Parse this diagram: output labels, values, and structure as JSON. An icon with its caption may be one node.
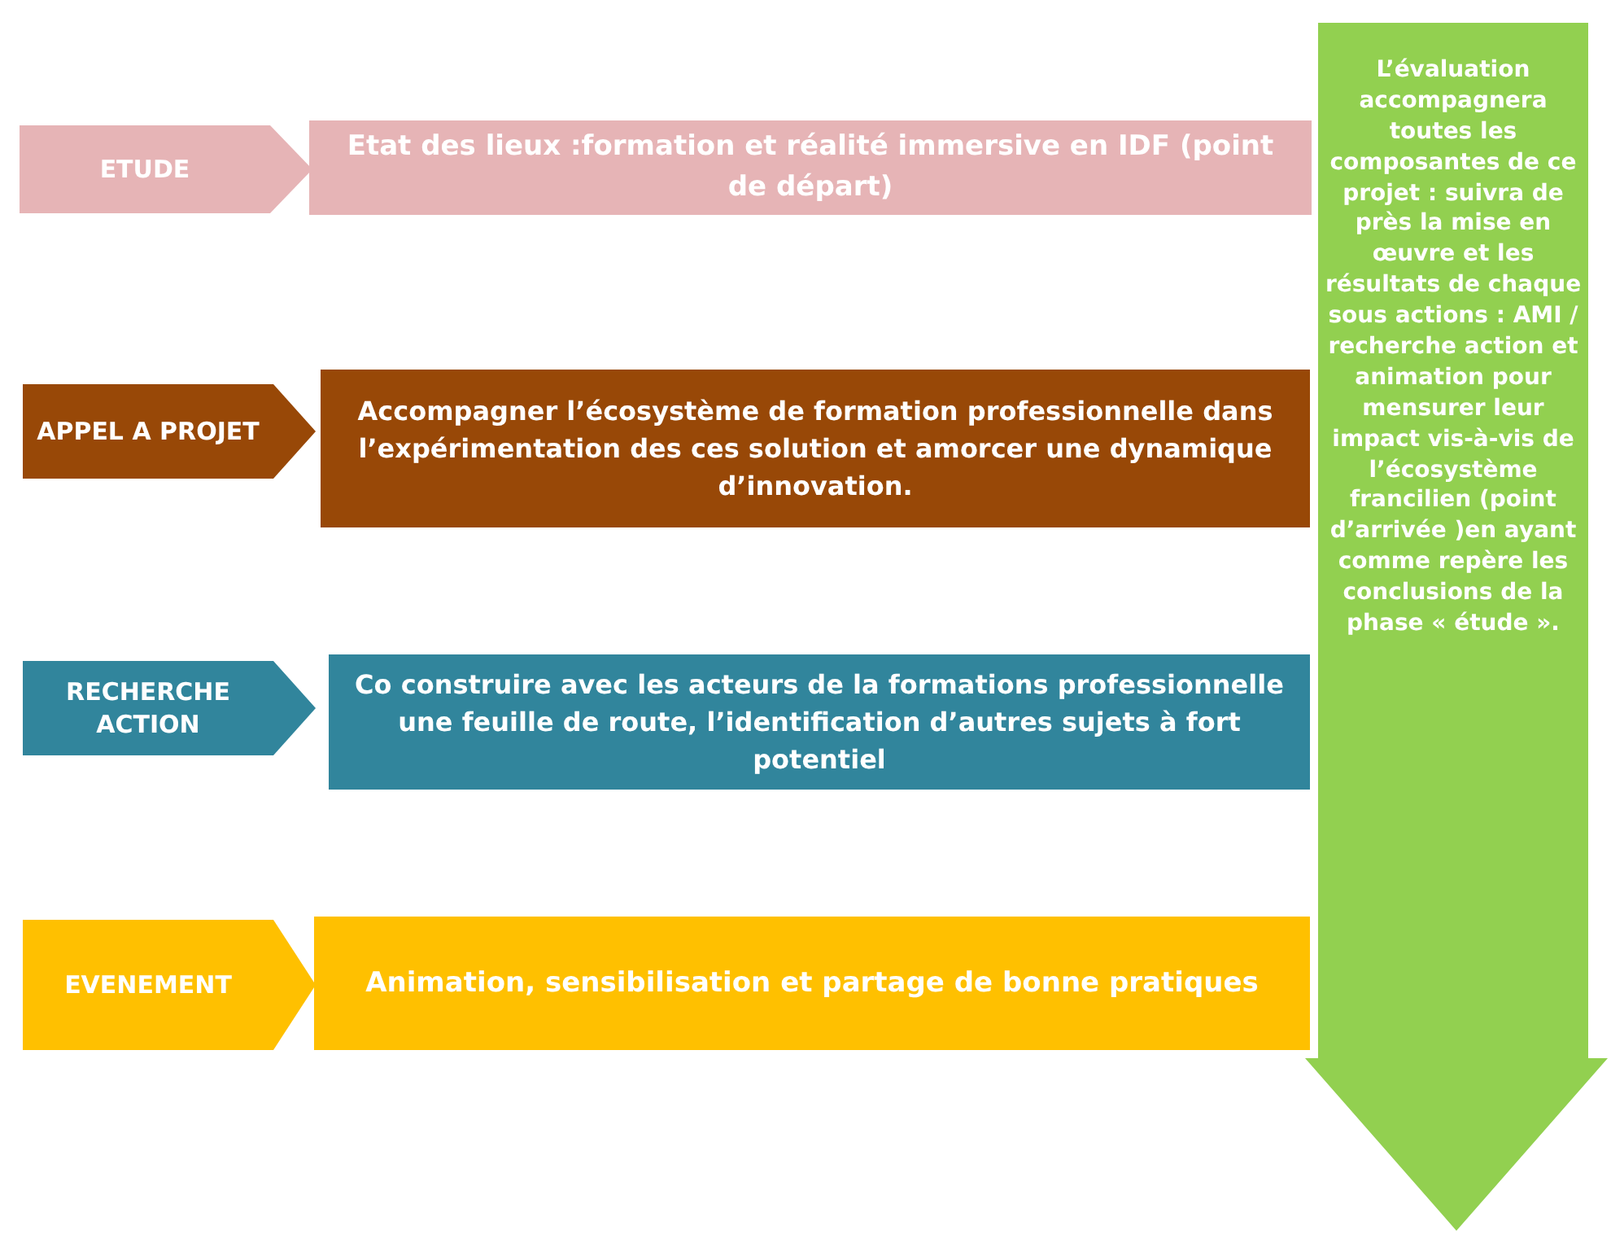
{
  "diagram": {
    "nodes": [
      {
        "text": [
          "ETUDE"
        ]
      },
      {
        "text": [
          "Etat des lieux :formation et réalité immersive en IDF (point de départ)"
        ]
      },
      {
        "text": [
          "APPEL A PROJET"
        ]
      },
      {
        "text": [
          "Accompagner l’écosystème de formation professionnelle dans l’expérimentation  des ces solution et amorcer une dynamique d’innovation."
        ]
      },
      {
        "text": [
          "RECHERCHE ACTION"
        ]
      },
      {
        "text": [
          "Co construire avec les acteurs de la formations professionnelle une feuille de route, l’identification d’autres sujets à  fort potentiel"
        ]
      },
      {
        "text": [
          "EVENEMENT"
        ]
      },
      {
        "text": [
          "Animation, sensibilisation et partage de bonne pratiques"
        ]
      },
      {
        "text": [
          "L’évaluation accompagnera toutes les composantes de ce projet  : suivra de près la mise en œuvre et les résultats de chaque sous actions : AMI  / recherche action et animation  pour mensurer leur impact vis-à-vis de l’écosystème francilien  (point d’arrivée )en ayant comme repère les conclusions  de la phase « étude »."
        ]
      }
    ],
    "edges": []
  }
}
